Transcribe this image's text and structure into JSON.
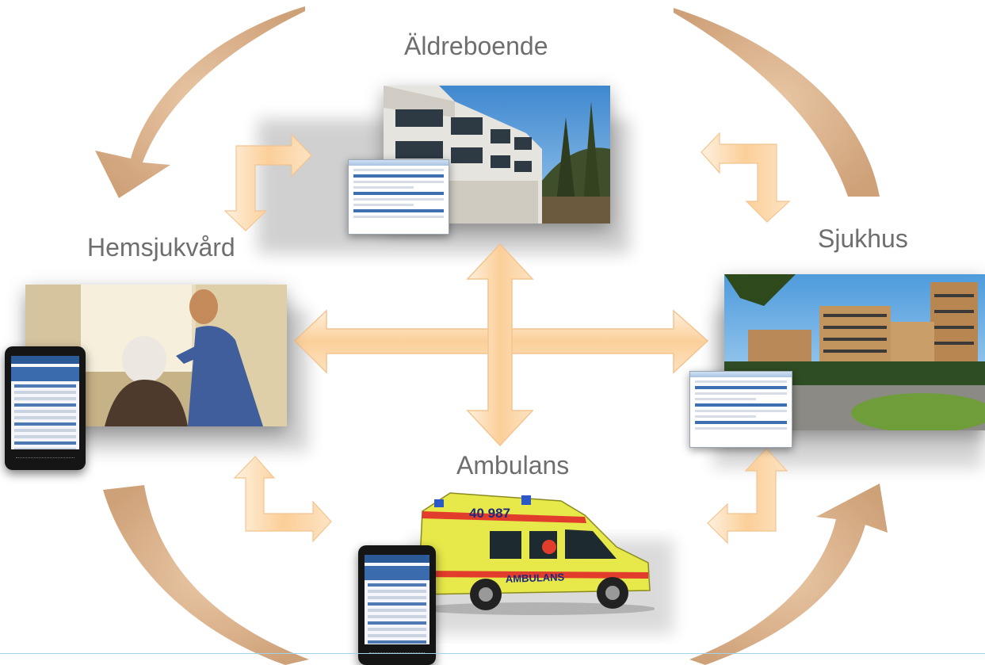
{
  "nodes": {
    "aldreboende": {
      "label": "Äldreboende"
    },
    "hemsjukvard": {
      "label": "Hemsjukvård"
    },
    "sjukhus": {
      "label": "Sjukhus"
    },
    "ambulans": {
      "label": "Ambulans"
    }
  },
  "ambulance": {
    "number": "40 987",
    "side_text": "AMBULANS"
  },
  "colors": {
    "arrow_fill": "#fbd7a9",
    "arrow_edge": "#fff3e3",
    "cycle_arrow": "#d2a57c",
    "label_text": "#6e6e6e",
    "line": "#9fd3e8"
  }
}
